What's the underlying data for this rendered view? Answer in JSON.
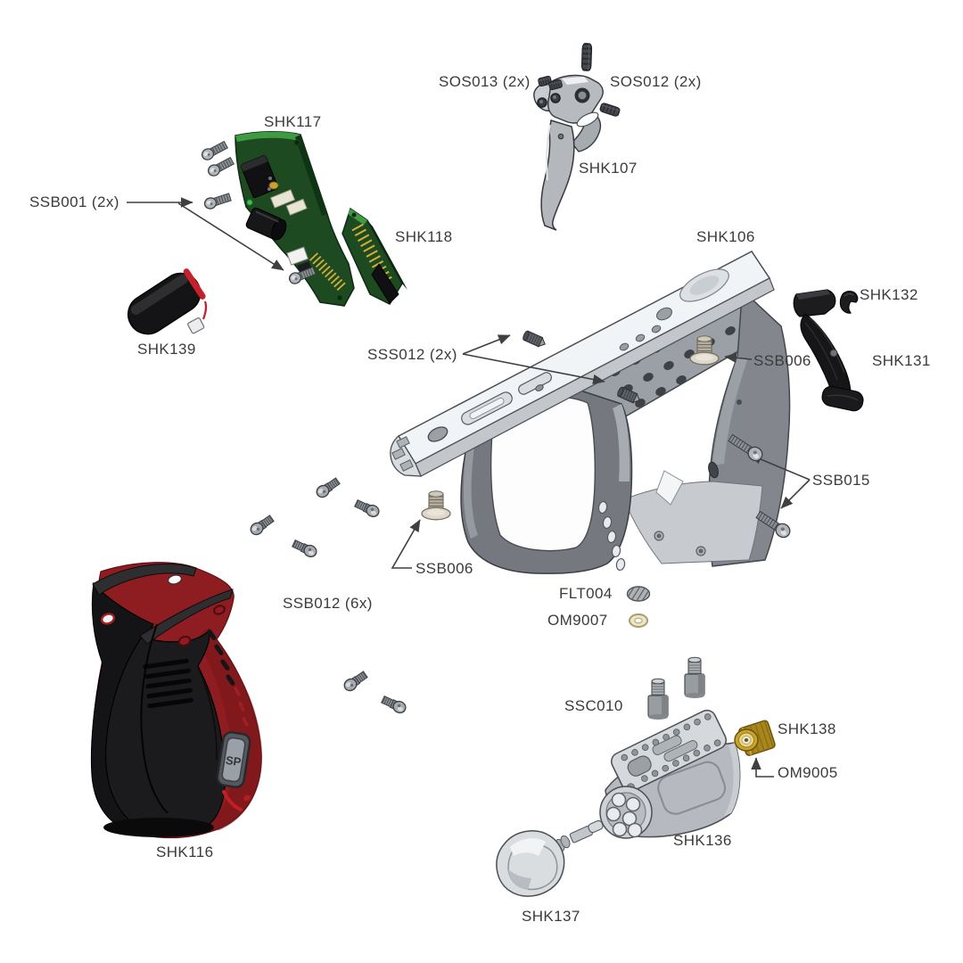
{
  "diagram": {
    "kind": "exploded-parts-diagram",
    "background": "#ffffff"
  },
  "labels": {
    "sos013": "SOS013 (2x)",
    "sos012": "SOS012 (2x)",
    "shk107": "SHK107",
    "shk117": "SHK117",
    "ssb001": "SSB001 (2x)",
    "shk118": "SHK118",
    "shk106": "SHK106",
    "shk139": "SHK139",
    "sss012": "SSS012 (2x)",
    "ssb006_right": "SSB006",
    "shk132": "SHK132",
    "shk131": "SHK131",
    "ssb015": "SSB015",
    "ssb006_left": "SSB006",
    "ssb012": "SSB012 (6x)",
    "flt004": "FLT004",
    "om9007": "OM9007",
    "ssc010": "SSC010",
    "shk138": "SHK138",
    "om9005": "OM9005",
    "shk136": "SHK136",
    "shk137": "SHK137",
    "shk116": "SHK116"
  },
  "badge": {
    "text": "SP"
  },
  "colors": {
    "text": "#3b3b3b",
    "leader_line": "#3f3f3f",
    "pcb_green": "#1d4a21",
    "pcb_edge_green": "#3f9b43",
    "gold": "#d4af37",
    "grip_red": "#8e1d22",
    "battery_red": "#c8202a",
    "brass": "#a8861c",
    "oring_cream": "#efe8c8",
    "metal_light": "#f1f4f6",
    "metal_mid": "#b7bbc0",
    "metal_dark": "#83878d",
    "black_part": "#161618"
  }
}
